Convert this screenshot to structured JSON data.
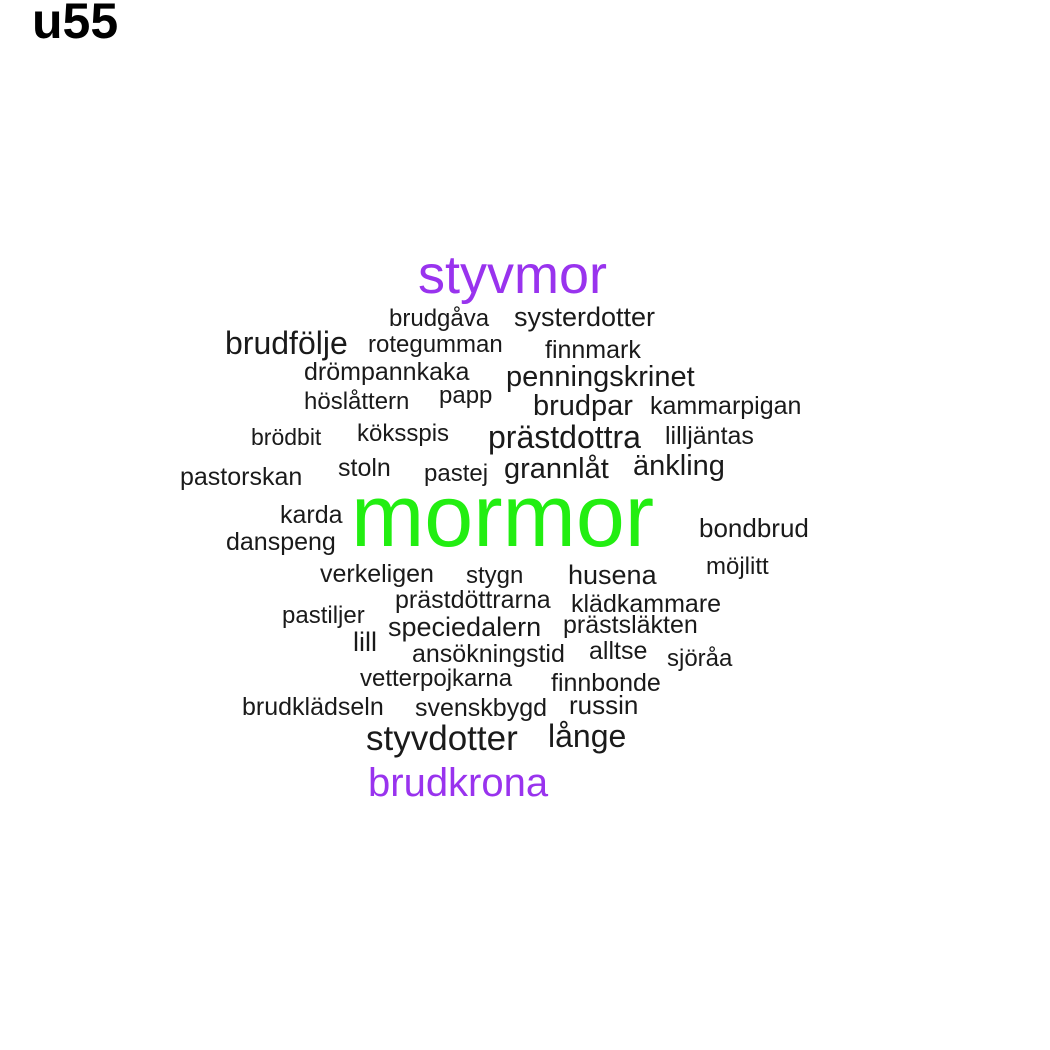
{
  "title": "u55",
  "colors": {
    "big": "#22ee11",
    "accent": "#9933ee",
    "default": "#1a1a1a"
  },
  "words": [
    {
      "text": "styvmor"
    },
    {
      "text": "brudgåva"
    },
    {
      "text": "systerdotter"
    },
    {
      "text": "brudfölje"
    },
    {
      "text": "rotegumman"
    },
    {
      "text": "finnmark"
    },
    {
      "text": "drömpannkaka"
    },
    {
      "text": "penningskrinet"
    },
    {
      "text": "höslåttern"
    },
    {
      "text": "papp"
    },
    {
      "text": "brudpar"
    },
    {
      "text": "kammarpigan"
    },
    {
      "text": "brödbit"
    },
    {
      "text": "köksspis"
    },
    {
      "text": "prästdottra"
    },
    {
      "text": "lilljäntas"
    },
    {
      "text": "pastorskan"
    },
    {
      "text": "stoln"
    },
    {
      "text": "pastej"
    },
    {
      "text": "grannlåt"
    },
    {
      "text": "änkling"
    },
    {
      "text": "mormor"
    },
    {
      "text": "karda"
    },
    {
      "text": "danspeng"
    },
    {
      "text": "bondbrud"
    },
    {
      "text": "verkeligen"
    },
    {
      "text": "stygn"
    },
    {
      "text": "husena"
    },
    {
      "text": "möjlitt"
    },
    {
      "text": "prästdöttrarna"
    },
    {
      "text": "klädkammare"
    },
    {
      "text": "pastiljer"
    },
    {
      "text": "speciedalern"
    },
    {
      "text": "prästsläkten"
    },
    {
      "text": "lill"
    },
    {
      "text": "ansökningstid"
    },
    {
      "text": "alltse"
    },
    {
      "text": "sjöråa"
    },
    {
      "text": "vetterpojkarna"
    },
    {
      "text": "finnbonde"
    },
    {
      "text": "brudklädseln"
    },
    {
      "text": "svenskbygd"
    },
    {
      "text": "russin"
    },
    {
      "text": "styvdotter"
    },
    {
      "text": "långe"
    },
    {
      "text": "brudkrona"
    }
  ]
}
